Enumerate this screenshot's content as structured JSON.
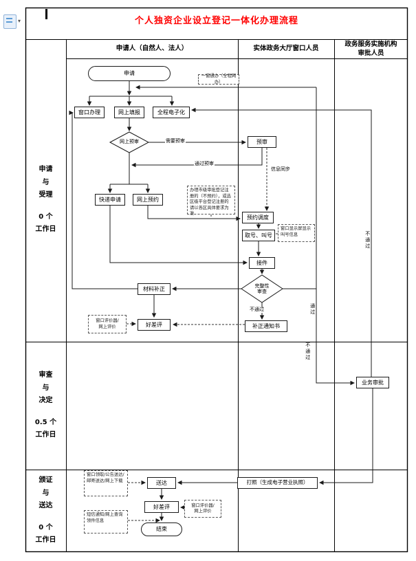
{
  "title": "个人独资企业设立登记一体化办理流程",
  "toolbar": {
    "dropdown": "▾"
  },
  "lanes": {
    "col_applicant": "申请人（自然人、法人）",
    "col_window": "实体政务大厅窗口人员",
    "col_approver": "政务服务实施机构\n审批人员",
    "rows": [
      {
        "phase": "申请\n与\n受理",
        "duration": "0 个\n工作日"
      },
      {
        "phase": "审查\n与\n决定",
        "duration": "0.5 个\n工作日"
      },
      {
        "phase": "颁证\n与\n送达",
        "duration": "0 个\n工作日"
      }
    ]
  },
  "nodes": {
    "start": "申请",
    "portal_note": "一窗通办（全程网办）",
    "window_handle": "窗口办理",
    "online_fill": "网上填报",
    "full_electronic": "全程电子化",
    "online_precheck": "网上预审",
    "precheck": "预审",
    "express_apply": "快递申请",
    "online_booking": "网上预约",
    "booking_dispatch": "预约调度",
    "take_number": "取号、叫号",
    "receive": "接件",
    "completeness_check": "完整性\n审查",
    "material_correction": "材料补正",
    "correction_notice": "补正通知书",
    "evaluation1": "好差评",
    "business_approval": "业务审批",
    "print_license": "打照（生成电子营业执照）",
    "delivery": "送达",
    "evaluation2": "好差评",
    "end": "结束"
  },
  "edge_labels": {
    "need_precheck": "需要预审",
    "pass_precheck": "通过预审",
    "info_sync": "信息同步",
    "fail_down": "不通过",
    "pass_vertical": "通过",
    "fail_vertical": "不通过",
    "fail_right": "不通过"
  },
  "notes": {
    "district_note": "办理市级审批登记注册的（不预约），或选区级平台登记注册的请以各区具体要求为准",
    "call_display": "窗口显示屏显示叫号信息",
    "eval_device1": "窗口评价器/\n网上评价",
    "delivery_ways": "窗口领取/公告送达/\n邮寄送达/网上下载",
    "eval_device2": "窗口评价器/\n网上评价",
    "sms_note": "短信通知/网上查询领件信息"
  }
}
